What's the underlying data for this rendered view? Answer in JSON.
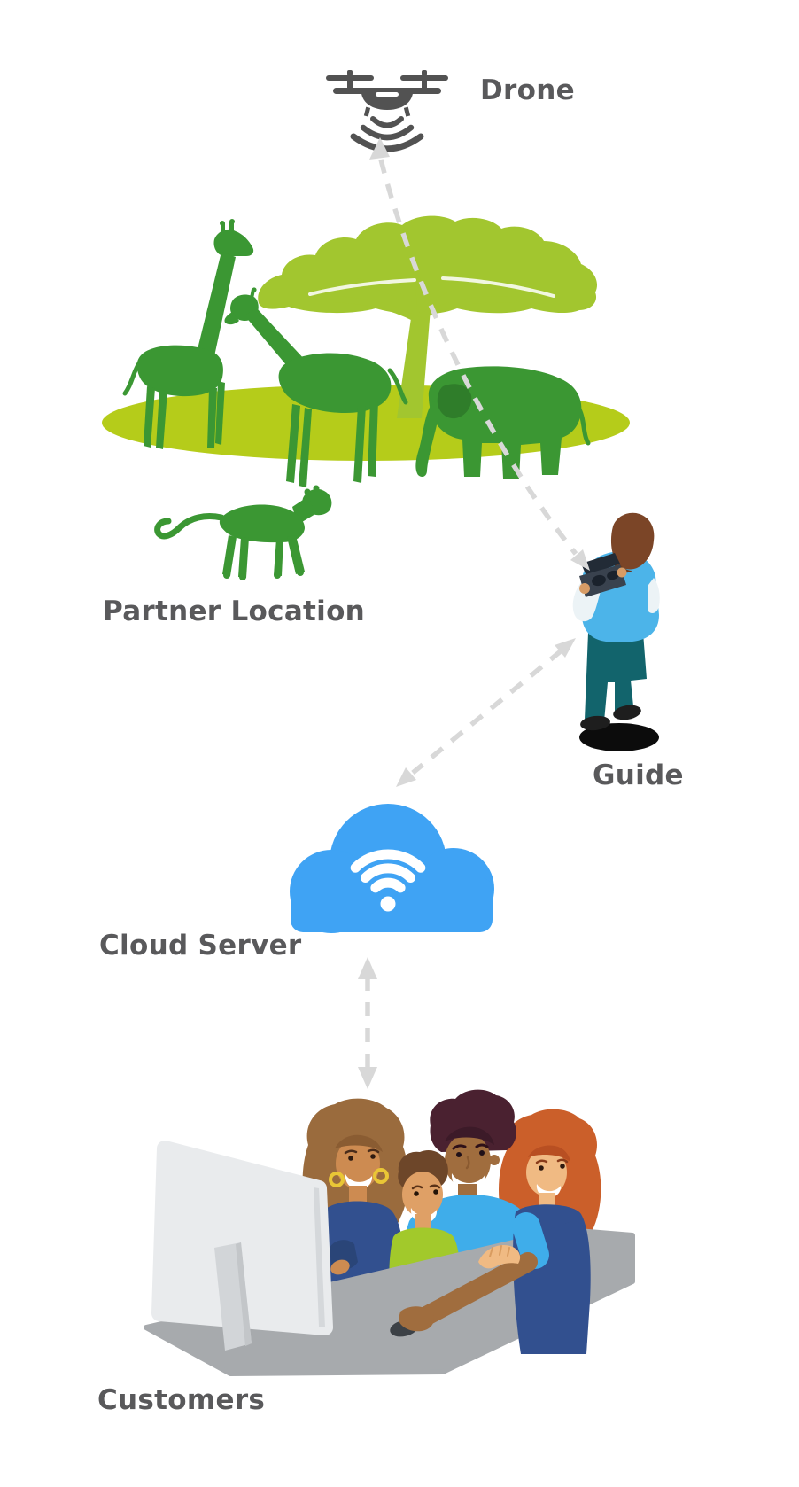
{
  "diagram_title": "",
  "nodes": {
    "drone": {
      "label": "Drone",
      "icon": "drone-icon"
    },
    "partner_location": {
      "label": "Partner Location",
      "icon": "safari-animals-illustration"
    },
    "guide": {
      "label": "Guide",
      "icon": "guide-person-illustration"
    },
    "cloud_server": {
      "label": "Cloud Server",
      "icon": "cloud-wifi-icon"
    },
    "customers": {
      "label": "Customers",
      "icon": "family-at-computer-illustration"
    }
  },
  "connections": [
    {
      "from": "Drone",
      "to": "Guide",
      "style": "dashed",
      "bidirectional": true
    },
    {
      "from": "Guide",
      "to": "Cloud Server",
      "style": "dashed",
      "bidirectional": true
    },
    {
      "from": "Cloud Server",
      "to": "Customers",
      "style": "dashed",
      "bidirectional": true
    }
  ],
  "palette": {
    "label_gray": "#59595b",
    "icon_gray": "#525252",
    "arrow_gray": "#d8d8d8",
    "animal_green": "#3b9733",
    "tree_green": "#a2c62f",
    "ground_green": "#b5cc1a",
    "cloud_blue": "#3fa3f4",
    "guide_vest_blue": "#4cb4e9",
    "guide_pants_teal": "#12646c",
    "shirt_blue": "#3fadea",
    "navy_top": "#32508f",
    "boy_shirt_green": "#a2c92b",
    "monitor_gray": "#e9ebed",
    "desk_gray": "#a7aaad"
  }
}
